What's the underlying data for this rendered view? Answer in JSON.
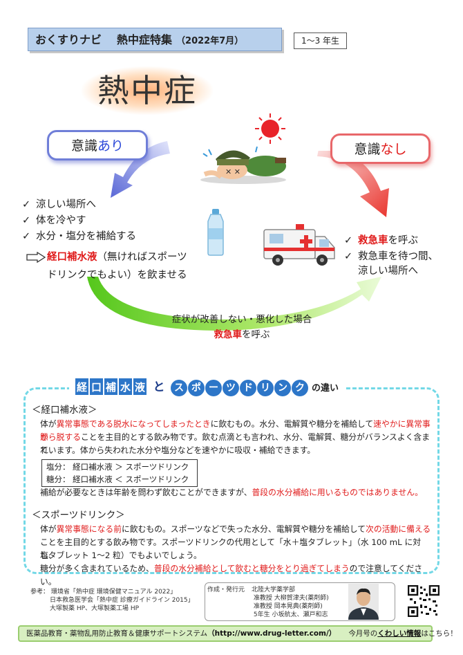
{
  "header": {
    "brand": "おくすりナビ",
    "feature": "熱中症特集",
    "date": "（2022年7月）",
    "grade": "1〜3 年生"
  },
  "title": "熱中症",
  "conscious": {
    "prefix": "意識",
    "suffix": "あり",
    "items": [
      "涼しい場所へ",
      "体を冷やす",
      "水分・塩分を補給する"
    ],
    "ors_bold": "経口補水液",
    "ors_line1_rest": "（無ければスポーツ",
    "ors_line2": "ドリンクでもよい）を飲ませる"
  },
  "unconscious": {
    "prefix": "意識",
    "suffix": "なし",
    "item1_bold": "救急車",
    "item1_rest": "を呼ぶ",
    "item2_line1": "救急車を待つ間、",
    "item2_line2": "涼しい場所へ"
  },
  "worsening": {
    "line1": "症状が改善しない・悪化した場合",
    "line2_bold": "救急車",
    "line2_rest": "を呼ぶ"
  },
  "difference": {
    "ors_chars": [
      "経",
      "口",
      "補",
      "水",
      "液"
    ],
    "to": "と",
    "sports_chars": [
      "ス",
      "ポ",
      "ー",
      "ツ",
      "ド",
      "リ",
      "ン",
      "ク"
    ],
    "chigai": "の違い"
  },
  "ors_section": {
    "heading": "＜経口補水液＞",
    "p1_a": "体が",
    "p1_red1": "異常事態である脱水になってしまったとき",
    "p1_b": "に飲むもの。水分、電解質や糖分を補給して",
    "p1_red2": "速やかに異常事態",
    "p2_red": "から脱する",
    "p2_rest": "ことを主目的とする飲み物です。飲む点滴とも言われ、水分、電解質、糖分がバランスよく含まれ",
    "p3": "ています。体から失われた水分や塩分などを速やかに吸収・補給できます。",
    "compare1": "塩分：  経口補水液  ＞  スポーツドリンク",
    "compare2": "糖分：  経口補水液  ＜  スポーツドリンク",
    "p4_a": "補給が必要なときは年齢を問わず飲むことができますが、",
    "p4_red": "普段の水分補給に用いるものではありません。"
  },
  "sports_section": {
    "heading": "＜スポーツドリンク＞",
    "p1_a": "体が",
    "p1_red1": "異常事態になる前",
    "p1_b": "に飲むもの。スポーツなどで失った水分、電解質や糖分を補給して",
    "p1_red2": "次の活動に備える",
    "p2": "ことを主目的とする飲み物です。スポーツドリンクの代用として「水＋塩タブレット」（水 100 mL に対し、",
    "p3": "塩タブレット 1〜2 粒）でもよいでしょう。",
    "p4_a": "糖分が多く含まれているため、",
    "p4_red": "普段の水分補給として飲むと糖分をとり過ぎてしまう",
    "p4_b": "ので注意してください。"
  },
  "references": {
    "label": "参考：",
    "lines": [
      "環境省「熱中症 環境保健マニュアル 2022」",
      "日本救急医学会「熱中症 診療ガイドライン 2015」",
      "大塚製薬 HP、大塚製薬工場 HP"
    ]
  },
  "publisher": {
    "label": "作成・発行元",
    "org": "北陸大学薬学部",
    "lines": [
      "准教授  大柳賀津夫(薬剤師)",
      "准教授  岡本晃典(薬剤師)",
      "5年生   小坂航太、瀬戸和志"
    ]
  },
  "footer": {
    "system": "医薬品教育・薬物乱用防止教育＆健康サポートシステム",
    "url": "（http://www.drug-letter.com/）",
    "monthly": "今月号の",
    "detail": "くわしい情報",
    "cta": "はこちら！"
  },
  "colors": {
    "accent_blue": "#2b48d8",
    "accent_red": "#e01c1c",
    "header_bg": "#b8d0ec",
    "chip_blue": "#2d76c8",
    "dashed_border": "#72d8e6",
    "footer_bg": "#d8efc1"
  },
  "icons": [
    "checkmark-icon",
    "open-arrow-icon",
    "sun-icon",
    "collapsed-child-icon",
    "water-bottle-icon",
    "ambulance-icon",
    "qr-code-icon",
    "person-photo-icon"
  ]
}
